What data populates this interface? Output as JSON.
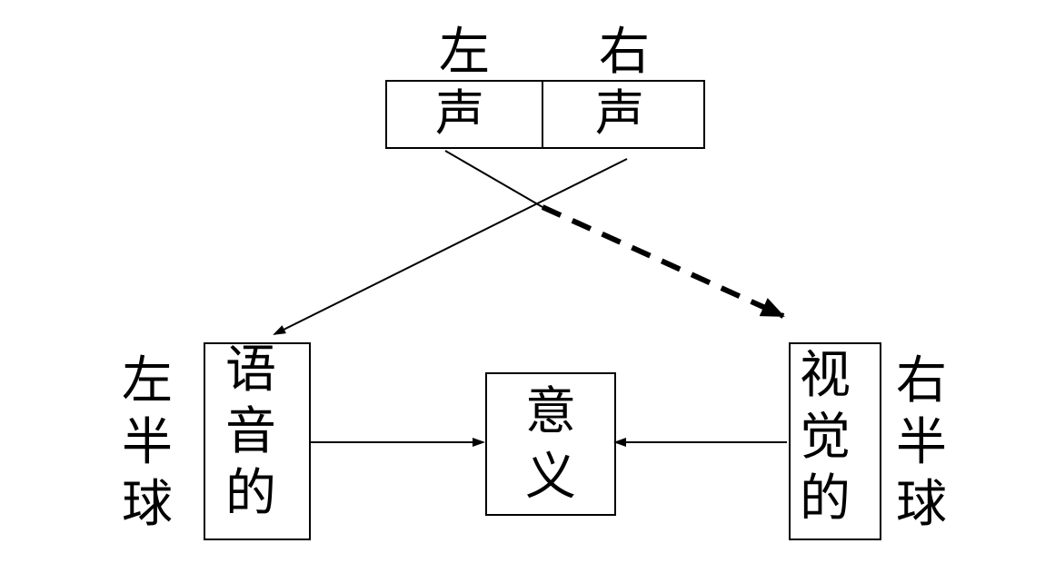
{
  "top": {
    "left_heading": "左",
    "right_heading": "右",
    "left_cell": "声",
    "right_cell": "声"
  },
  "left_column": {
    "side_label": "左\n半\n球",
    "box_text": "语\n音\n的"
  },
  "center": {
    "box_text": "意\n义"
  },
  "right_column": {
    "box_text": "视\n觉\n的",
    "side_label": "右\n半\n球"
  }
}
